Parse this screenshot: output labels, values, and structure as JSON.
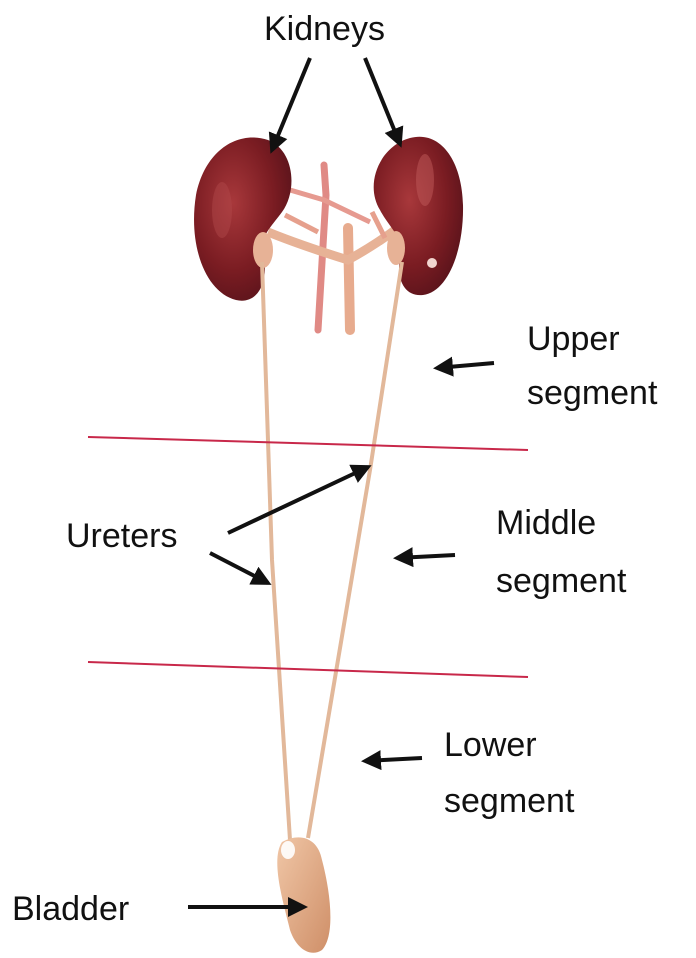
{
  "labels": {
    "kidneys": "Kidneys",
    "ureters": "Ureters",
    "bladder": "Bladder",
    "upper_line1": "Upper",
    "upper_line2": "segment",
    "middle_line1": "Middle",
    "middle_line2": "segment",
    "lower_line1": "Lower",
    "lower_line2": "segment"
  },
  "colors": {
    "kidney": "#7a1c22",
    "kidney_highlight": "#b24a4c",
    "ureter": "#e2b89a",
    "vessels": "#e8a592",
    "bladder": "#e0a47c",
    "divider_line": "#c8284a",
    "arrow": "#111111"
  }
}
